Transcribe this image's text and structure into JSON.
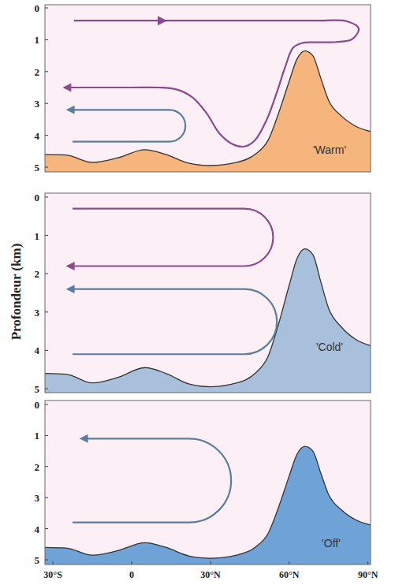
{
  "diagram": {
    "labels": [
      "0",
      "1",
      "2",
      "3",
      "4",
      "5",
      "'Warm'",
      "0",
      "1",
      "2",
      "3",
      "4",
      "5",
      "'Cold'",
      "0",
      "1",
      "2",
      "3",
      "4",
      "5",
      "'Off'",
      "30°S",
      "0",
      "30°N",
      "60°N",
      "90°N",
      "Profondeur (km)"
    ]
  }
}
